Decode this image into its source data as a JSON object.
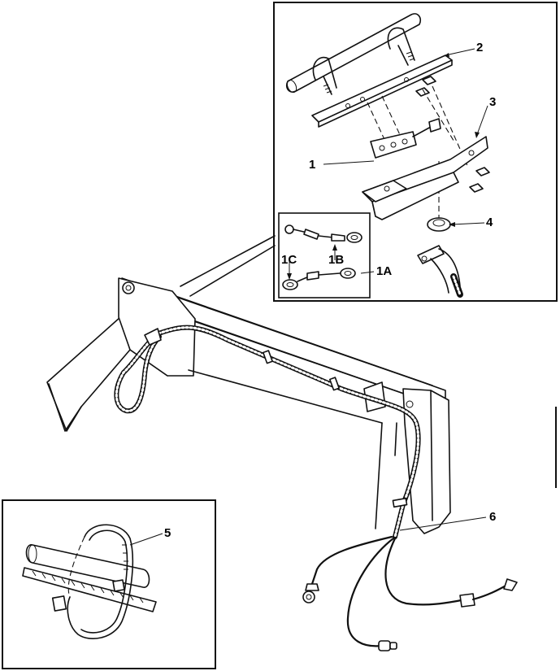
{
  "callouts": {
    "c1": "1",
    "c2": "2",
    "c3": "3",
    "c4": "4",
    "c1a": "1A",
    "c1b": "1B",
    "c1c": "1C",
    "c5": "5",
    "c6": "6"
  }
}
